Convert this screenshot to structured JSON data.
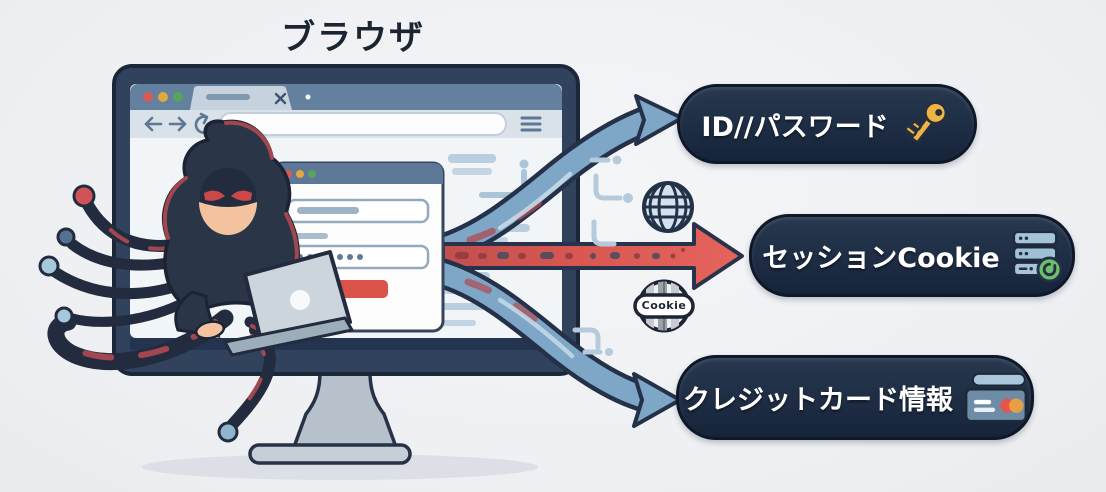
{
  "diagram": {
    "title": "ブラウザ",
    "source": "browser-with-hacker",
    "targets": [
      {
        "id": "id-password",
        "label": "ID//パスワード",
        "icon": "key-icon",
        "arrow_color": "#7ea6c6"
      },
      {
        "id": "session-cookie",
        "label": "セッションCookie",
        "icon": "server-icon",
        "arrow_color": "#dd5a55"
      },
      {
        "id": "credit-card",
        "label": "クレジットカード情報",
        "icon": "credit-card-icon",
        "arrow_color": "#7ea6c6"
      }
    ],
    "cookie_icon": {
      "label": "Cookie"
    },
    "colors": {
      "background": "#eff1f3",
      "pill_background": "#1e2c42",
      "pill_text": "#ffffff",
      "monitor_bezel": "#31435c",
      "arrow_blue": "#7ea6c6",
      "arrow_red": "#dd5a55",
      "key_gold": "#eeb545",
      "badge_green": "#6cc068",
      "card_red": "#e2574d",
      "card_orange": "#efa23d"
    }
  }
}
